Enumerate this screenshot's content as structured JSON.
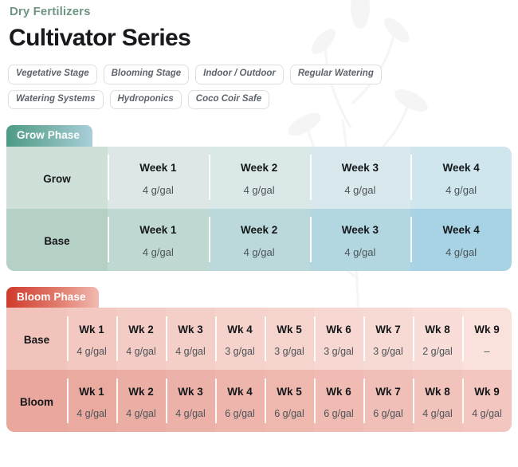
{
  "header": {
    "eyebrow": "Dry Fertilizers",
    "title": "Cultivator Series"
  },
  "chips": [
    [
      "Vegetative Stage",
      "Blooming Stage",
      "Indoor / Outdoor",
      "Regular Watering"
    ],
    [
      "Watering Systems",
      "Hydroponics",
      "Coco Coir Safe"
    ]
  ],
  "phases": [
    {
      "tab_label": "Grow Phase",
      "accent_from": "#4e9a86",
      "accent_to": "#a9cfdb",
      "rows": [
        {
          "name": "Grow",
          "cells": [
            {
              "label": "Week 1",
              "value": "4 g/gal"
            },
            {
              "label": "Week 2",
              "value": "4 g/gal"
            },
            {
              "label": "Week 3",
              "value": "4 g/gal"
            },
            {
              "label": "Week 4",
              "value": "4 g/gal"
            }
          ]
        },
        {
          "name": "Base",
          "cells": [
            {
              "label": "Week 1",
              "value": "4 g/gal"
            },
            {
              "label": "Week 2",
              "value": "4 g/gal"
            },
            {
              "label": "Week 3",
              "value": "4 g/gal"
            },
            {
              "label": "Week 4",
              "value": "4 g/gal"
            }
          ]
        }
      ]
    },
    {
      "tab_label": "Bloom Phase",
      "accent_from": "#cf3a2c",
      "accent_to": "#f2b9b0",
      "rows": [
        {
          "name": "Base",
          "cells": [
            {
              "label": "Wk 1",
              "value": "4 g/gal"
            },
            {
              "label": "Wk 2",
              "value": "4 g/gal"
            },
            {
              "label": "Wk 3",
              "value": "4 g/gal"
            },
            {
              "label": "Wk 4",
              "value": "3 g/gal"
            },
            {
              "label": "Wk 5",
              "value": "3 g/gal"
            },
            {
              "label": "Wk 6",
              "value": "3 g/gal"
            },
            {
              "label": "Wk 7",
              "value": "3 g/gal"
            },
            {
              "label": "Wk 8",
              "value": "2 g/gal"
            },
            {
              "label": "Wk 9",
              "value": "–"
            }
          ]
        },
        {
          "name": "Bloom",
          "cells": [
            {
              "label": "Wk 1",
              "value": "4 g/gal"
            },
            {
              "label": "Wk 2",
              "value": "4 g/gal"
            },
            {
              "label": "Wk 3",
              "value": "4 g/gal"
            },
            {
              "label": "Wk 4",
              "value": "6 g/gal"
            },
            {
              "label": "Wk 5",
              "value": "6 g/gal"
            },
            {
              "label": "Wk 6",
              "value": "6 g/gal"
            },
            {
              "label": "Wk 7",
              "value": "6 g/gal"
            },
            {
              "label": "Wk 8",
              "value": "4 g/gal"
            },
            {
              "label": "Wk 9",
              "value": "4 g/gal"
            }
          ]
        }
      ]
    }
  ]
}
